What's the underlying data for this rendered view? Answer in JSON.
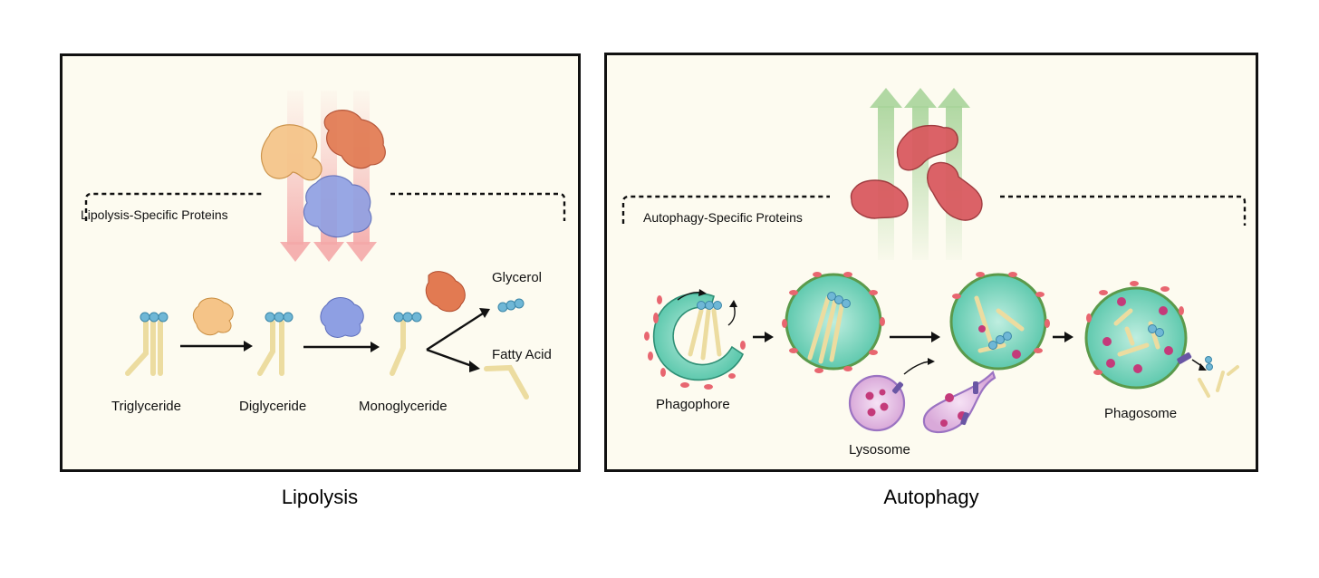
{
  "lipolysis": {
    "caption": "Lipolysis",
    "bracket_label": "Lipolysis-Specific Proteins",
    "stages": {
      "triglyceride": "Triglyceride",
      "diglyceride": "Diglyceride",
      "monoglyceride": "Monoglyceride",
      "glycerol": "Glycerol",
      "fatty_acid": "Fatty Acid"
    }
  },
  "autophagy": {
    "caption": "Autophagy",
    "bracket_label": "Autophagy-Specific Proteins",
    "stages": {
      "phagophore": "Phagophore",
      "lysosome": "Lysosome",
      "phagosome": "Phagosome"
    }
  },
  "colors": {
    "panel_bg": "#fdfbf0",
    "lipid_tail": "#ecdca0",
    "glycerol_bead": "#6fb7d6",
    "down_arrow": "#f4b7b7",
    "up_arrow": "#a8d49a",
    "protein_orange": "#f3b77a",
    "protein_red": "#d95f4a",
    "protein_blue": "#8e9fe3",
    "autophagy_protein": "#d9575d",
    "vesicle": "#6fd0b9",
    "lysosome": "#e8c6e6"
  }
}
